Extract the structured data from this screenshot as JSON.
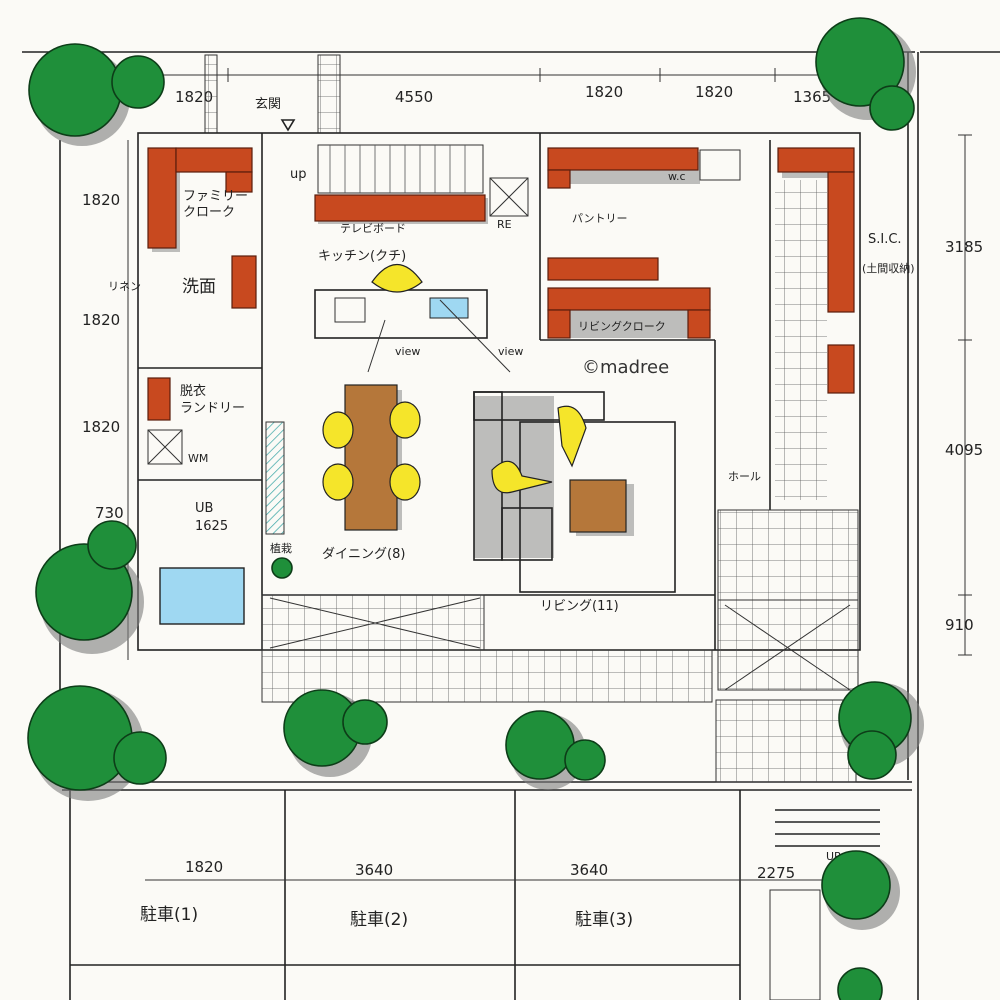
{
  "dimensions": {
    "top": [
      "1820",
      "4550",
      "1820",
      "1820",
      "1365"
    ],
    "right": [
      "3185",
      "4095",
      "910"
    ],
    "left": [
      "1820",
      "1820",
      "1820",
      "730"
    ],
    "parking": [
      "1820",
      "3640",
      "3640",
      "2275"
    ]
  },
  "rooms": {
    "entrance": "玄関",
    "family_closet": "ファミリー\nクローク",
    "wash": "洗面",
    "linen": "リネン",
    "dressing_laundry": "脱衣\nランドリー",
    "ub": "UB\n1625",
    "wm": "WM",
    "stairs_up": "up",
    "tv_board": "テレビボード",
    "re": "RE",
    "kitchen": "キッチン(クチ)",
    "pantry": "パントリー",
    "wc": "w.c",
    "sic": "S.I.C.",
    "sic_sub": "(土間収納)",
    "living_closet": "リビングクローク",
    "dining": "ダイニング(8)",
    "living": "リビング(11)",
    "hall": "ホール",
    "plants": "植栽",
    "view1": "view",
    "view2": "view",
    "up2": "UP",
    "parking1": "駐車(1)",
    "parking2": "駐車(2)",
    "parking3": "駐車(3)"
  },
  "watermark": "©madree",
  "colors": {
    "wall": "#c8491f",
    "tree": "#1f8f3a",
    "furniture": "#b5773a",
    "person": "#f5e52a",
    "bath": "#9fd8f2"
  }
}
